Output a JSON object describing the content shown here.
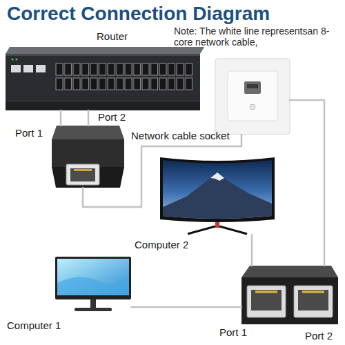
{
  "diagram": {
    "title": "Correct Connection Diagram",
    "nodes": [
      {
        "text": [
          "Router"
        ]
      },
      {
        "text": [
          "Network cable socket"
        ]
      },
      {
        "text": [
          "Port 1",
          "Port 2"
        ]
      },
      {
        "text": [
          "Computer 2"
        ]
      },
      {
        "text": [
          "Computer 1"
        ]
      },
      {
        "text": [
          "Port 1",
          "Port 2"
        ]
      }
    ],
    "edges": [
      {
        "from": 0,
        "to": 2,
        "arrow": "none"
      },
      {
        "from": 0,
        "to": 2,
        "arrow": "none"
      },
      {
        "from": 2,
        "to": 1,
        "arrow": "none"
      },
      {
        "from": 1,
        "to": 5,
        "arrow": "none"
      },
      {
        "from": 5,
        "to": 3,
        "arrow": "none"
      },
      {
        "from": 5,
        "to": 4,
        "arrow": "none"
      }
    ],
    "labels": [
      "Note: The white line representsan 8-core network cable,"
    ]
  }
}
